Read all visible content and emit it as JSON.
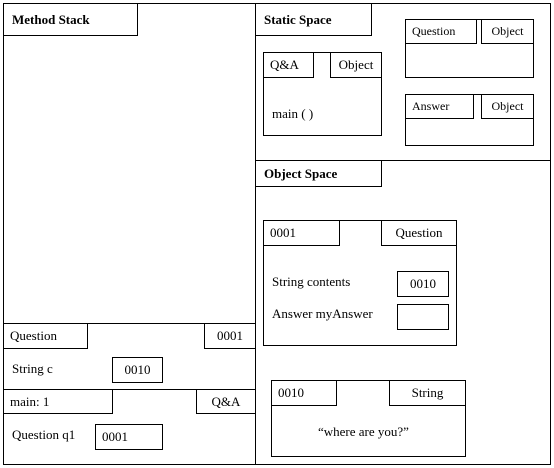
{
  "method_stack": {
    "title": "Method Stack",
    "frames": [
      {
        "class_label": "Question",
        "address": "0001",
        "field_label": "String c",
        "field_value": "0010"
      },
      {
        "header_label": "main:  1",
        "class_label": "Q&A",
        "field_label": "Question q1",
        "field_value": "0001"
      }
    ]
  },
  "static_space": {
    "title": "Static Space",
    "classes": [
      {
        "name": "Q&A",
        "type": "Object",
        "body": "main ( )"
      },
      {
        "name": "Question",
        "type": "Object",
        "body": ""
      },
      {
        "name": "Answer",
        "type": "Object",
        "body": ""
      }
    ]
  },
  "object_space": {
    "title": "Object Space",
    "objects": [
      {
        "address": "0001",
        "type": "Question",
        "fields": [
          {
            "label": "String contents",
            "value": "0010"
          },
          {
            "label": "Answer myAnswer",
            "value": ""
          }
        ]
      },
      {
        "address": "0010",
        "type": "String",
        "value": "“where are you?”"
      }
    ]
  }
}
